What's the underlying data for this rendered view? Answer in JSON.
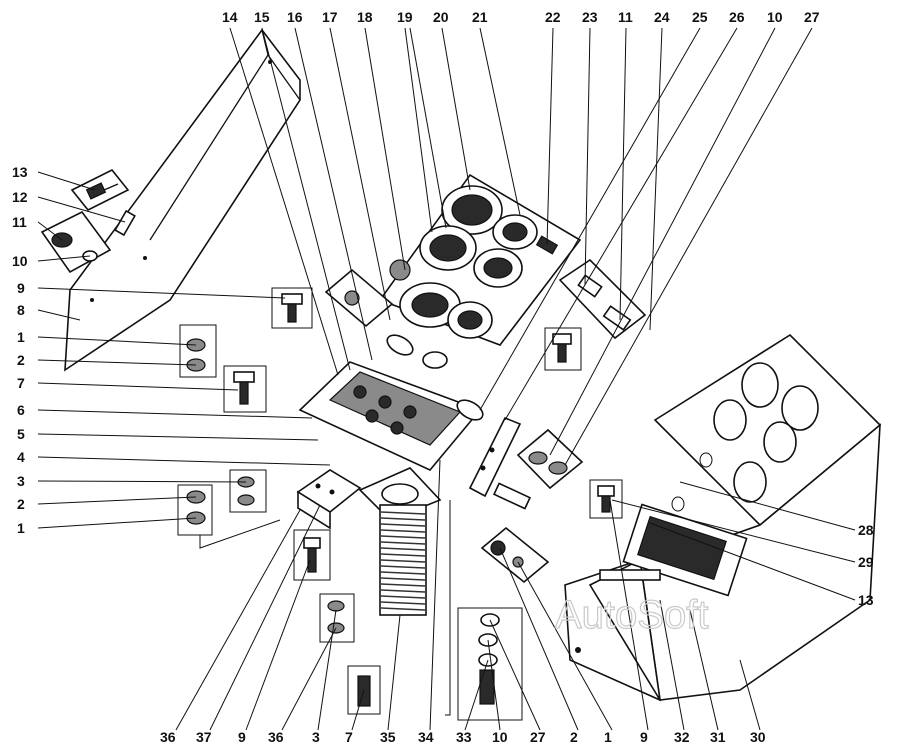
{
  "diagram": {
    "watermark": "AutoSoft",
    "callouts_top": [
      "14",
      "15",
      "16",
      "17",
      "18",
      "19",
      "20",
      "21",
      "22",
      "23",
      "11",
      "24",
      "25",
      "26",
      "10",
      "27"
    ],
    "callouts_left": [
      "13",
      "12",
      "11",
      "10",
      "9",
      "8",
      "1",
      "2",
      "7",
      "6",
      "5",
      "4",
      "3",
      "2",
      "1"
    ],
    "callouts_right": [
      "28",
      "29",
      "13"
    ],
    "callouts_bottom": [
      "36",
      "37",
      "9",
      "36",
      "3",
      "7",
      "35",
      "34",
      "33",
      "10",
      "27",
      "2",
      "1",
      "9",
      "32",
      "31",
      "30"
    ]
  }
}
